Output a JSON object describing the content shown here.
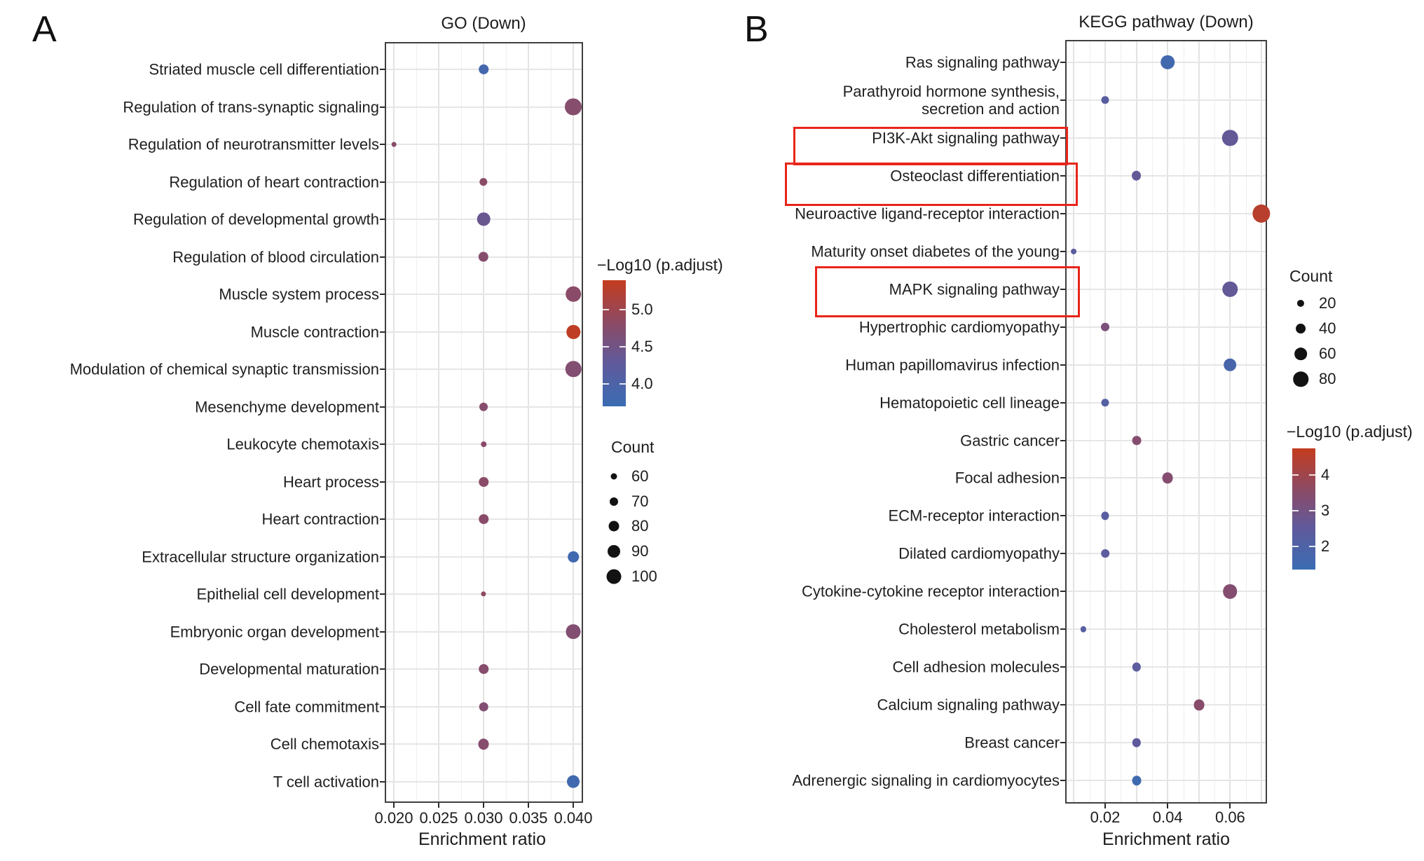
{
  "chart_data": [
    {
      "type": "scatter",
      "panel_label": "A",
      "title": "GO (Down)",
      "xlabel": "Enrichment ratio",
      "x_tick_labels": [
        "0.020",
        "0.025",
        "0.030",
        "0.035",
        "0.040"
      ],
      "x_ticks": [
        0.02,
        0.025,
        0.03,
        0.035,
        0.04
      ],
      "xlim": [
        0.019,
        0.0412
      ],
      "grid": true,
      "legend_position": "right",
      "color_legend": {
        "title": "−Log10 (p.adjust)",
        "tick_labels": [
          "5.0",
          "4.5",
          "4.0"
        ],
        "tick_values": [
          5.0,
          4.5,
          4.0
        ],
        "domain": [
          3.7,
          5.4
        ]
      },
      "size_legend": {
        "title": "Count",
        "values": [
          60,
          70,
          80,
          90,
          100
        ]
      },
      "points": [
        {
          "label": "Striated muscle cell differentiation",
          "x": 0.03,
          "count": 75,
          "neg_log10_p_adjust": 3.85
        },
        {
          "label": "Regulation of trans-synaptic signaling",
          "x": 0.04,
          "count": 110,
          "neg_log10_p_adjust": 4.75
        },
        {
          "label": "Regulation of neurotransmitter levels",
          "x": 0.02,
          "count": 52,
          "neg_log10_p_adjust": 4.8
        },
        {
          "label": "Regulation of heart contraction",
          "x": 0.03,
          "count": 68,
          "neg_log10_p_adjust": 4.8
        },
        {
          "label": "Regulation of developmental growth",
          "x": 0.03,
          "count": 92,
          "neg_log10_p_adjust": 4.4
        },
        {
          "label": "Regulation of blood circulation",
          "x": 0.03,
          "count": 78,
          "neg_log10_p_adjust": 4.75
        },
        {
          "label": "Muscle system process",
          "x": 0.04,
          "count": 102,
          "neg_log10_p_adjust": 4.8
        },
        {
          "label": "Muscle contraction",
          "x": 0.04,
          "count": 95,
          "neg_log10_p_adjust": 5.35
        },
        {
          "label": "Modulation of chemical synaptic transmission",
          "x": 0.04,
          "count": 105,
          "neg_log10_p_adjust": 4.7
        },
        {
          "label": "Mesenchyme development",
          "x": 0.03,
          "count": 70,
          "neg_log10_p_adjust": 4.75
        },
        {
          "label": "Leukocyte chemotaxis",
          "x": 0.03,
          "count": 55,
          "neg_log10_p_adjust": 4.8
        },
        {
          "label": "Heart process",
          "x": 0.03,
          "count": 75,
          "neg_log10_p_adjust": 4.8
        },
        {
          "label": "Heart contraction",
          "x": 0.03,
          "count": 75,
          "neg_log10_p_adjust": 4.8
        },
        {
          "label": "Extracellular structure organization",
          "x": 0.04,
          "count": 82,
          "neg_log10_p_adjust": 3.8
        },
        {
          "label": "Epithelial cell development",
          "x": 0.03,
          "count": 54,
          "neg_log10_p_adjust": 4.85
        },
        {
          "label": "Embryonic organ development",
          "x": 0.04,
          "count": 100,
          "neg_log10_p_adjust": 4.7
        },
        {
          "label": "Developmental maturation",
          "x": 0.03,
          "count": 75,
          "neg_log10_p_adjust": 4.75
        },
        {
          "label": "Cell fate commitment",
          "x": 0.03,
          "count": 72,
          "neg_log10_p_adjust": 4.7
        },
        {
          "label": "Cell chemotaxis",
          "x": 0.03,
          "count": 80,
          "neg_log10_p_adjust": 4.75
        },
        {
          "label": "T cell activation",
          "x": 0.04,
          "count": 90,
          "neg_log10_p_adjust": 3.8
        }
      ]
    },
    {
      "type": "scatter",
      "panel_label": "B",
      "title": "KEGG pathway (Down)",
      "xlabel": "Enrichment ratio",
      "x_tick_labels": [
        "0.02",
        "0.04",
        "0.06"
      ],
      "x_ticks": [
        0.02,
        0.04,
        0.06
      ],
      "xlim": [
        0.007,
        0.072
      ],
      "grid": true,
      "legend_position": "right",
      "size_legend": {
        "title": "Count",
        "values": [
          20,
          40,
          60,
          80
        ]
      },
      "color_legend": {
        "title": "−Log10 (p.adjust)",
        "tick_labels": [
          "4",
          "3",
          "2"
        ],
        "tick_values": [
          4,
          3,
          2
        ],
        "domain": [
          1.35,
          4.75
        ]
      },
      "highlighted_labels": [
        "PI3K-Akt signaling pathway",
        "Osteoclast differentiation",
        "MAPK signaling pathway"
      ],
      "points": [
        {
          "label": "Ras signaling pathway",
          "x": 0.04,
          "count": 70,
          "neg_log10_p_adjust": 1.6
        },
        {
          "label": "Parathyroid hormone synthesis,\nsecretion and action",
          "x": 0.02,
          "count": 25,
          "neg_log10_p_adjust": 2.3
        },
        {
          "label": "PI3K-Akt signaling pathway",
          "x": 0.06,
          "count": 85,
          "neg_log10_p_adjust": 2.6
        },
        {
          "label": "Osteoclast differentiation",
          "x": 0.03,
          "count": 40,
          "neg_log10_p_adjust": 2.6
        },
        {
          "label": "Neuroactive ligand-receptor interaction",
          "x": 0.07,
          "count": 100,
          "neg_log10_p_adjust": 4.5
        },
        {
          "label": "Maturity onset diabetes of the young",
          "x": 0.01,
          "count": 8,
          "neg_log10_p_adjust": 2.4
        },
        {
          "label": "MAPK signaling pathway",
          "x": 0.06,
          "count": 80,
          "neg_log10_p_adjust": 2.6
        },
        {
          "label": "Hypertrophic cardiomyopathy",
          "x": 0.02,
          "count": 30,
          "neg_log10_p_adjust": 3.2
        },
        {
          "label": "Human papillomavirus infection",
          "x": 0.06,
          "count": 60,
          "neg_log10_p_adjust": 1.8
        },
        {
          "label": "Hematopoietic cell lineage",
          "x": 0.02,
          "count": 25,
          "neg_log10_p_adjust": 2.2
        },
        {
          "label": "Gastric cancer",
          "x": 0.03,
          "count": 35,
          "neg_log10_p_adjust": 3.4
        },
        {
          "label": "Focal adhesion",
          "x": 0.04,
          "count": 45,
          "neg_log10_p_adjust": 3.4
        },
        {
          "label": "ECM-receptor interaction",
          "x": 0.02,
          "count": 25,
          "neg_log10_p_adjust": 2.3
        },
        {
          "label": "Dilated cardiomyopathy",
          "x": 0.02,
          "count": 28,
          "neg_log10_p_adjust": 2.4
        },
        {
          "label": "Cytokine-cytokine receptor interaction",
          "x": 0.06,
          "count": 70,
          "neg_log10_p_adjust": 3.4
        },
        {
          "label": "Cholesterol metabolism",
          "x": 0.013,
          "count": 10,
          "neg_log10_p_adjust": 2.2
        },
        {
          "label": "Cell adhesion molecules",
          "x": 0.03,
          "count": 32,
          "neg_log10_p_adjust": 2.4
        },
        {
          "label": "Calcium signaling pathway",
          "x": 0.05,
          "count": 45,
          "neg_log10_p_adjust": 3.5
        },
        {
          "label": "Breast cancer",
          "x": 0.03,
          "count": 32,
          "neg_log10_p_adjust": 2.5
        },
        {
          "label": "Adrenergic signaling in cardiomyocytes",
          "x": 0.03,
          "count": 35,
          "neg_log10_p_adjust": 1.5
        }
      ]
    }
  ]
}
